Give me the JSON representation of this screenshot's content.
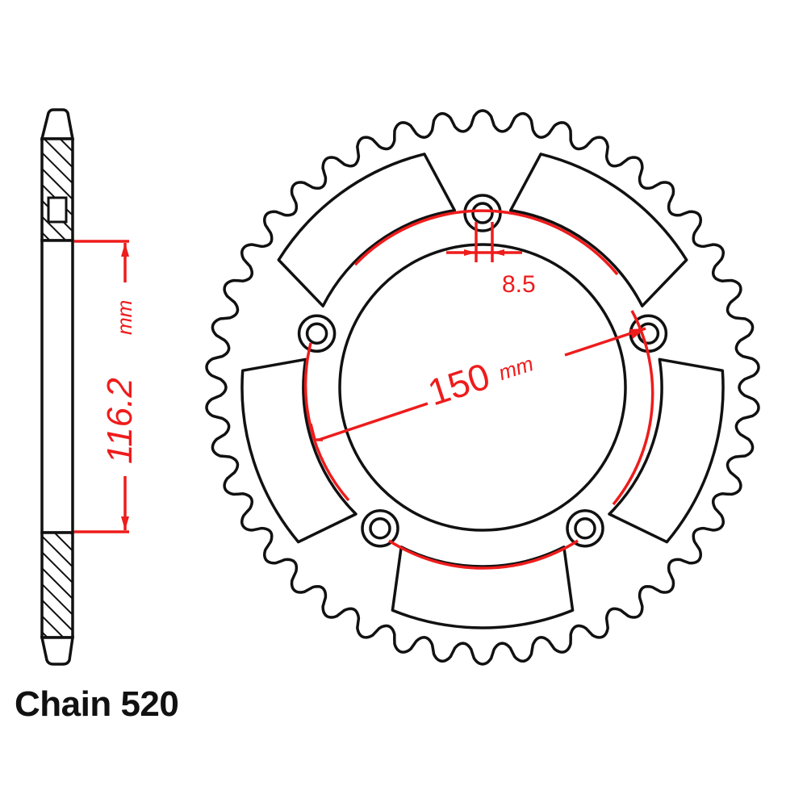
{
  "caption": "Chain 520",
  "dimensions": {
    "height_value": "116.2",
    "height_unit": "mm",
    "bolt_circle_value": "150",
    "bolt_circle_unit": "mm",
    "bolt_hole_value": "8.5"
  },
  "sprocket": {
    "teeth": 42,
    "bolt_holes": 5,
    "cutouts": 5
  },
  "colors": {
    "outline": "#111111",
    "dimension": "#ee1c1c",
    "background": "#ffffff"
  }
}
